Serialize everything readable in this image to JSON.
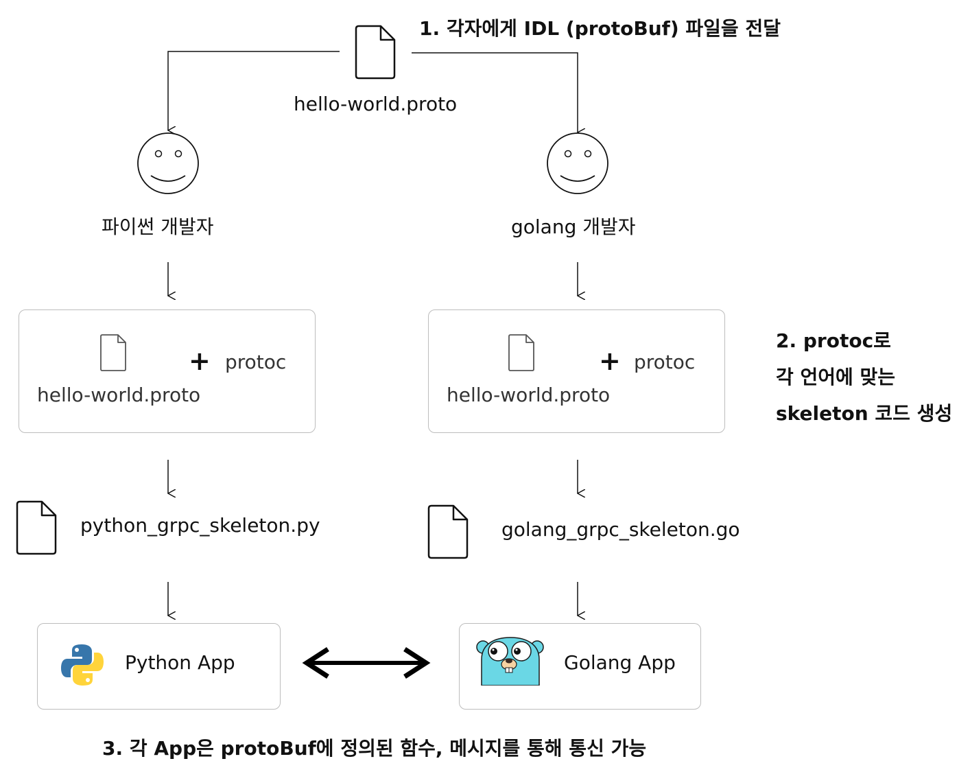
{
  "steps": {
    "step1": "1. 각자에게 IDL (protoBuf) 파일을 전달",
    "step2_line1": "2. protoc로",
    "step2_line2": "각 언어에 맞는",
    "step2_line3": "skeleton 코드 생성",
    "step3": "3. 각 App은 protoBuf에 정의된 함수, 메시지를 통해 통신 가능"
  },
  "source_file": {
    "name": "hello-world.proto",
    "icon": "file-icon"
  },
  "developers": {
    "python": {
      "label": "파이썬 개발자",
      "icon": "smiley-face-icon"
    },
    "golang": {
      "label": "golang 개발자",
      "icon": "smiley-face-icon"
    }
  },
  "compile_boxes": {
    "python": {
      "file": "hello-world.proto",
      "plus": "+",
      "tool": "protoc"
    },
    "golang": {
      "file": "hello-world.proto",
      "plus": "+",
      "tool": "protoc"
    }
  },
  "skeletons": {
    "python": "python_grpc_skeleton.py",
    "golang": "golang_grpc_skeleton.go"
  },
  "apps": {
    "python": {
      "label": "Python App",
      "icon": "python-logo-icon"
    },
    "golang": {
      "label": "Golang App",
      "icon": "go-gopher-icon"
    }
  },
  "colors": {
    "python_blue": "#3776ab",
    "python_yellow": "#ffd43b",
    "gopher_cyan": "#6ad7e5"
  }
}
